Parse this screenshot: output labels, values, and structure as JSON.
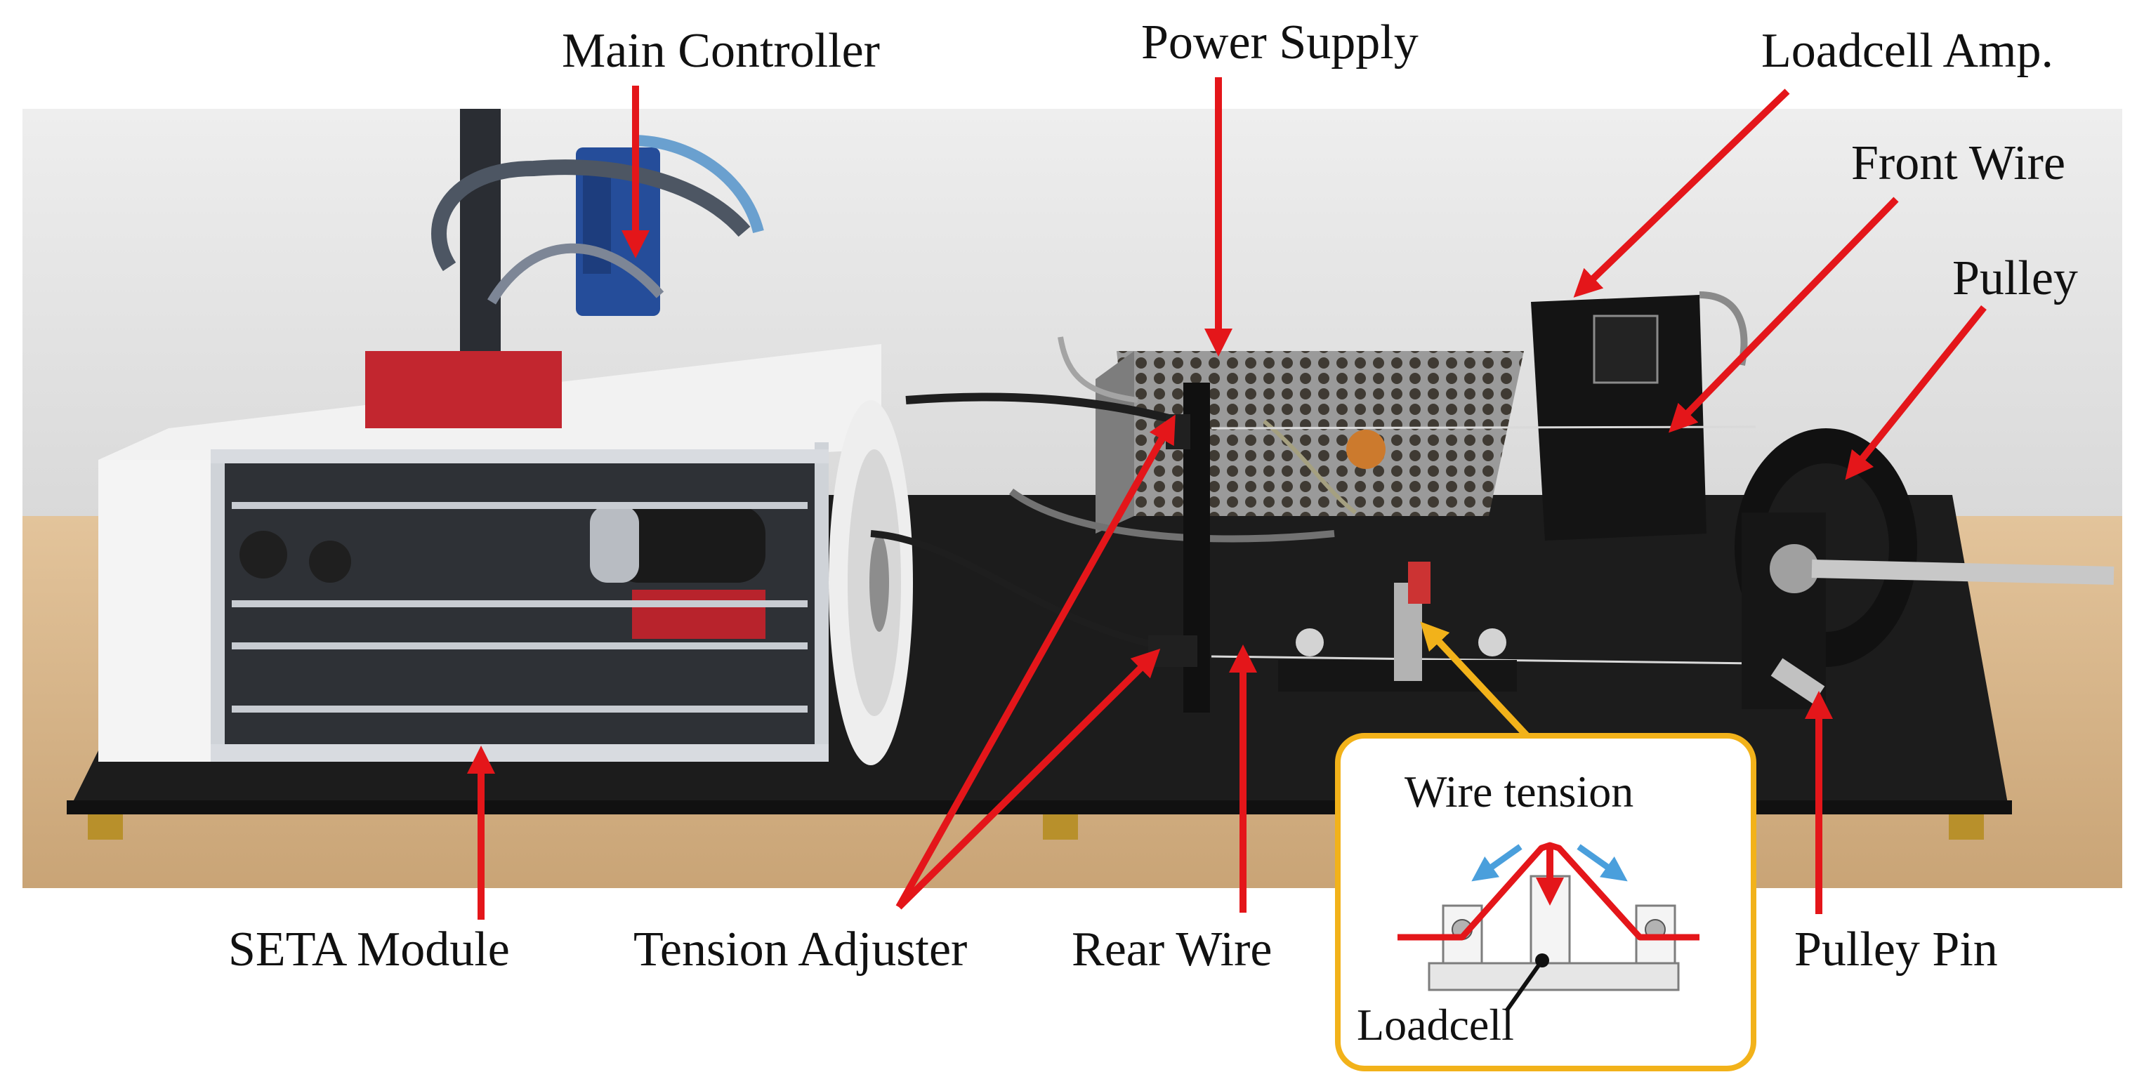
{
  "labels": {
    "main_controller": "Main Controller",
    "power_supply": "Power Supply",
    "loadcell_amp": "Loadcell Amp.",
    "front_wire": "Front Wire",
    "pulley": "Pulley",
    "seta_module": "SETA Module",
    "tension_adjuster": "Tension Adjuster",
    "rear_wire": "Rear Wire",
    "pulley_pin": "Pulley Pin"
  },
  "inset": {
    "wire_tension": "Wire tension",
    "loadcell": "Loadcell"
  },
  "colors": {
    "arrow": "#e4161a",
    "inset_border": "#f2b21a",
    "tension_arrow": "#4a9fdc",
    "table": "#d8b88d",
    "wall": "#e7e7e7",
    "board": "#1c1c1c"
  }
}
